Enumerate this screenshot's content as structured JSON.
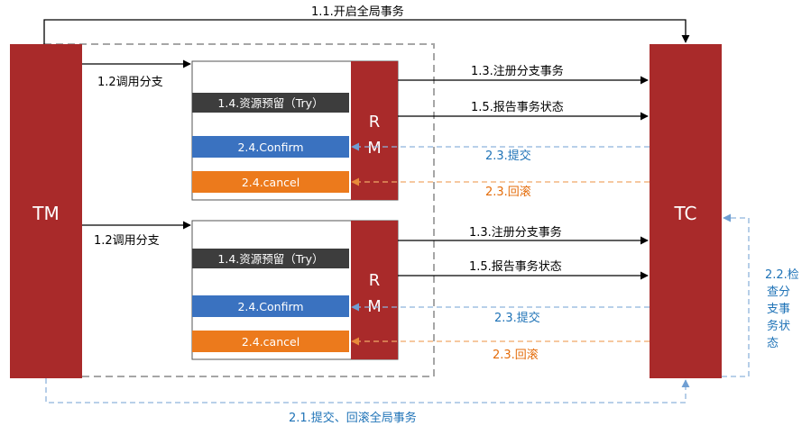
{
  "colors": {
    "block_red": "#a92a2a",
    "try_dark": "#3d3d3d",
    "confirm_blue": "#3a72c0",
    "cancel_orange": "#ec7a1c",
    "commit_text_blue": "#1f73b7",
    "rollback_text_orange": "#e46c0a",
    "dash_gray": "#a6a6a6",
    "dash_blue": "#8eb4dc",
    "dash_orange": "#f0a868"
  },
  "blocks": {
    "tm": "TM",
    "tc": "TC",
    "rm_top": [
      "R",
      "M"
    ],
    "rm_bottom": [
      "R",
      "M"
    ]
  },
  "groups": [
    {
      "call_label": "1.2调用分支",
      "try_label": "1.4.资源预留（Try）",
      "confirm_label": "2.4.Confirm",
      "cancel_label": "2.4.cancel",
      "register_label": "1.3.注册分支事务",
      "report_label": "1.5.报告事务状态",
      "commit_label": "2.3.提交",
      "rollback_label": "2.3.回滚"
    },
    {
      "call_label": "1.2调用分支",
      "try_label": "1.4.资源预留（Try）",
      "confirm_label": "2.4.Confirm",
      "cancel_label": "2.4.cancel",
      "register_label": "1.3.注册分支事务",
      "report_label": "1.5.报告事务状态",
      "commit_label": "2.3.提交",
      "rollback_label": "2.3.回滚"
    }
  ],
  "top_arrow_label": "1.1.开启全局事务",
  "bottom_arrow_label": "2.1.提交、回滚全局事务",
  "check_label_lines": [
    "2.2.检",
    "查分",
    "支事",
    "务状",
    "态"
  ]
}
